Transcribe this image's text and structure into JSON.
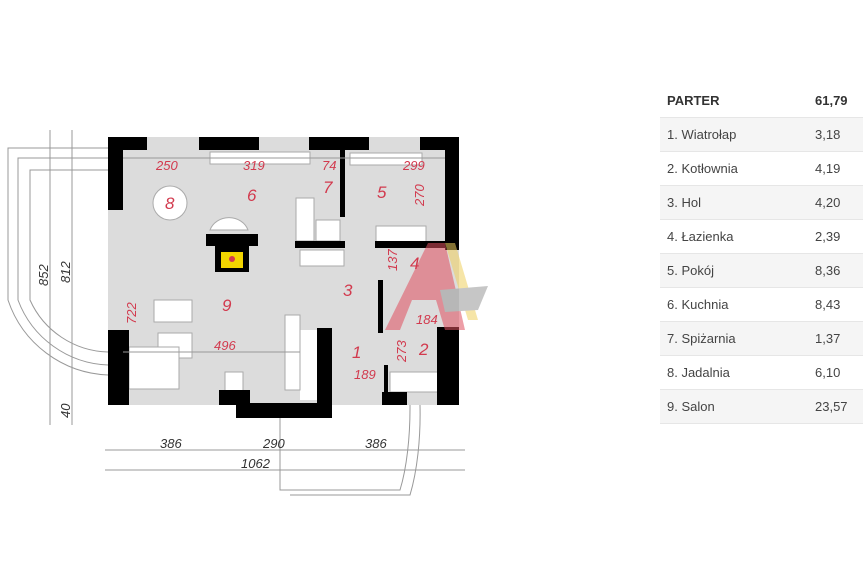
{
  "plan": {
    "rooms": [
      "1",
      "2",
      "3",
      "4",
      "5",
      "6",
      "7",
      "8",
      "9"
    ],
    "dims": {
      "d250": "250",
      "d319": "319",
      "d74": "74",
      "d299": "299",
      "d270": "270",
      "d137": "137",
      "d184": "184",
      "d722": "722",
      "d496": "496",
      "d273": "273",
      "d189": "189",
      "d852": "852",
      "d812": "812",
      "d40": "40",
      "b386a": "386",
      "b290": "290",
      "b386b": "386",
      "b1062": "1062"
    }
  },
  "table": {
    "header": {
      "name": "PARTER",
      "value": "61,79"
    },
    "rows": [
      {
        "name": "1. Wiatrołap",
        "value": "3,18"
      },
      {
        "name": "2. Kotłownia",
        "value": "4,19"
      },
      {
        "name": "3. Hol",
        "value": "4,20"
      },
      {
        "name": "4. Łazienka",
        "value": "2,39"
      },
      {
        "name": "5. Pokój",
        "value": "8,36"
      },
      {
        "name": "6. Kuchnia",
        "value": "8,43"
      },
      {
        "name": "7. Spiżarnia",
        "value": "1,37"
      },
      {
        "name": "8. Jadalnia",
        "value": "6,10"
      },
      {
        "name": "9. Salon",
        "value": "23,57"
      }
    ]
  }
}
